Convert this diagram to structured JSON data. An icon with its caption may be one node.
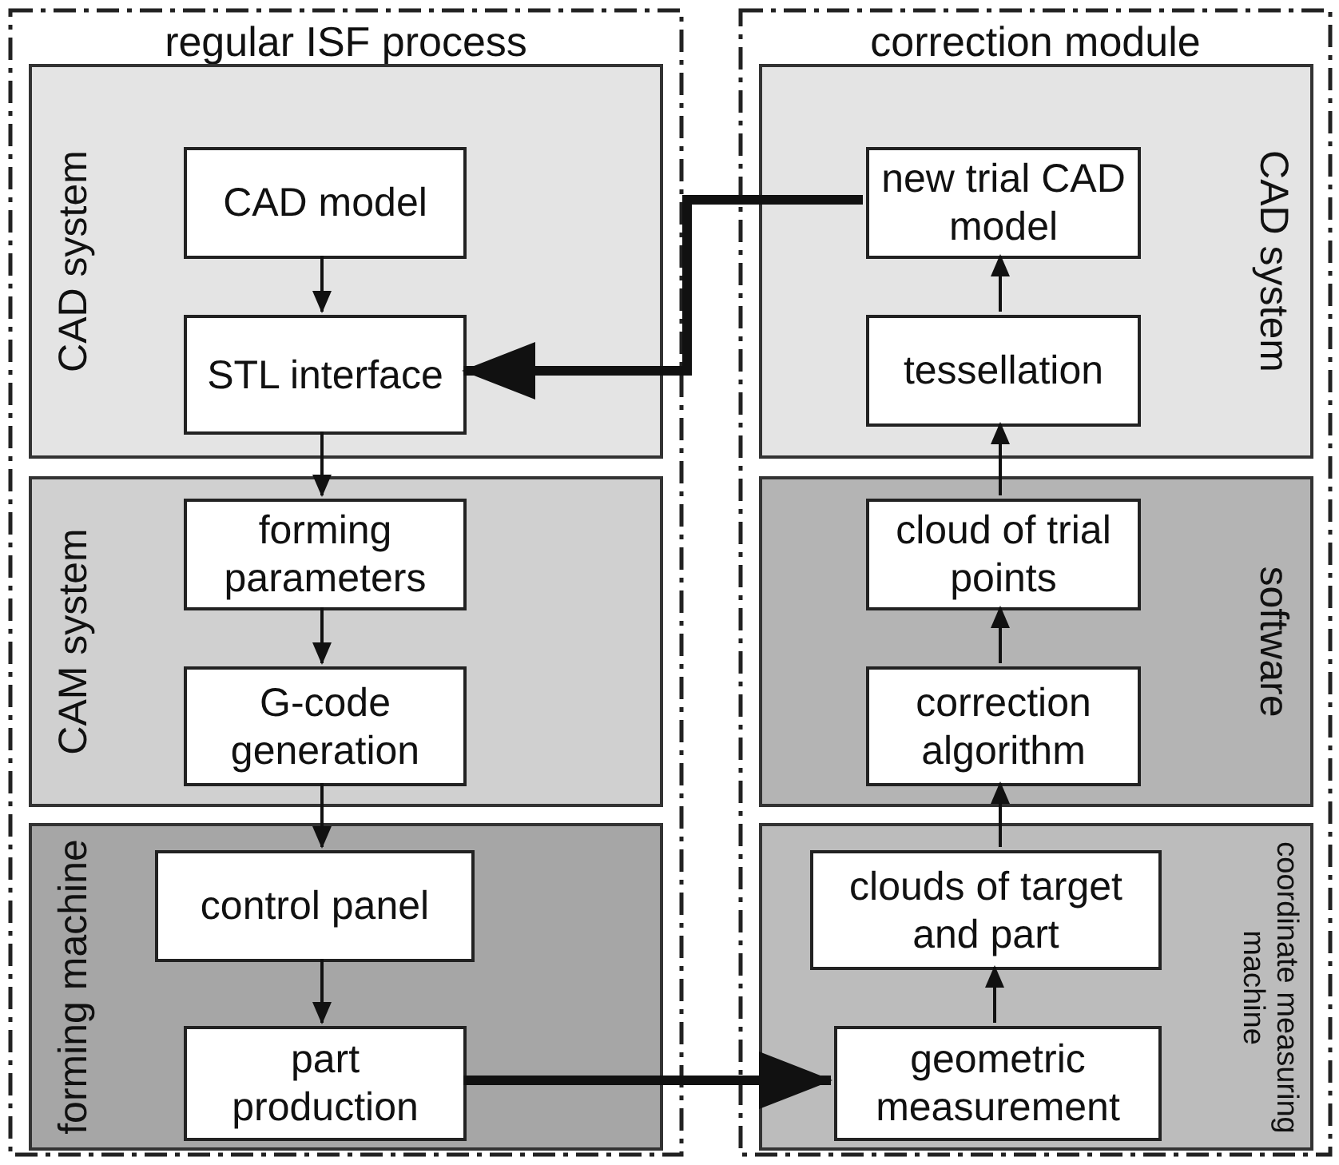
{
  "diagram": {
    "nodes": [
      {
        "text": [
          "regular ISF process"
        ]
      },
      {
        "text": [
          "CAD system"
        ],
        "in": 0
      },
      {
        "text": [
          "CAD model"
        ],
        "in": 1
      },
      {
        "text": [
          "STL interface"
        ],
        "in": 1
      },
      {
        "text": [
          "CAM system"
        ],
        "in": 0
      },
      {
        "text": [
          "forming parameters"
        ],
        "in": 4
      },
      {
        "text": [
          "G-code generation"
        ],
        "in": 4
      },
      {
        "text": [
          "forming machine"
        ],
        "in": 0
      },
      {
        "text": [
          "control panel"
        ],
        "in": 7
      },
      {
        "text": [
          "part production"
        ],
        "in": 7
      },
      {
        "text": [
          "correction module"
        ]
      },
      {
        "text": [
          "CAD system"
        ],
        "in": 10
      },
      {
        "text": [
          "new trial CAD model"
        ],
        "in": 11
      },
      {
        "text": [
          "tessellation"
        ],
        "in": 11
      },
      {
        "text": [
          "software"
        ],
        "in": 10
      },
      {
        "text": [
          "cloud of trial points"
        ],
        "in": 14
      },
      {
        "text": [
          "correction algorithm"
        ],
        "in": 14
      },
      {
        "text": [
          "coordinate measuring machine"
        ],
        "in": 10
      },
      {
        "text": [
          "clouds of target and part"
        ],
        "in": 17
      },
      {
        "text": [
          "geometric measurement"
        ],
        "in": 17
      }
    ],
    "edges": [
      {
        "from": 2,
        "to": 3,
        "arrow": "to"
      },
      {
        "from": 3,
        "to": 5,
        "arrow": "to"
      },
      {
        "from": 5,
        "to": 6,
        "arrow": "to"
      },
      {
        "from": 6,
        "to": 8,
        "arrow": "to"
      },
      {
        "from": 8,
        "to": 9,
        "arrow": "to"
      },
      {
        "from": 9,
        "to": 19,
        "arrow": "to",
        "style": "thick"
      },
      {
        "from": 19,
        "to": 18,
        "arrow": "to"
      },
      {
        "from": 18,
        "to": 16,
        "arrow": "to"
      },
      {
        "from": 16,
        "to": 15,
        "arrow": "to"
      },
      {
        "from": 15,
        "to": 13,
        "arrow": "to"
      },
      {
        "from": 13,
        "to": 12,
        "arrow": "to"
      },
      {
        "from": 12,
        "to": 3,
        "arrow": "to",
        "style": "thick"
      }
    ]
  }
}
